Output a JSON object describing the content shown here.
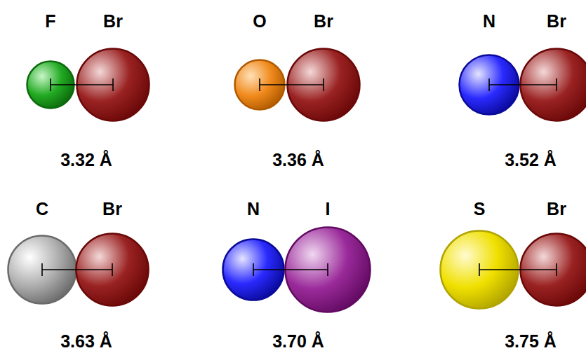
{
  "diagram": {
    "nodes": [
      {
        "text": [
          "F"
        ]
      },
      {
        "text": [
          "Br"
        ]
      },
      {
        "text": [
          "O"
        ]
      },
      {
        "text": [
          "Br"
        ]
      },
      {
        "text": [
          "N"
        ]
      },
      {
        "text": [
          "Br"
        ]
      },
      {
        "text": [
          "C"
        ]
      },
      {
        "text": [
          "Br"
        ]
      },
      {
        "text": [
          "N"
        ]
      },
      {
        "text": [
          "I"
        ]
      },
      {
        "text": [
          "S"
        ]
      },
      {
        "text": [
          "Br"
        ]
      }
    ],
    "edges": [
      {
        "from": 0,
        "to": 1,
        "arrow": "none"
      },
      {
        "from": 2,
        "to": 3,
        "arrow": "none"
      },
      {
        "from": 4,
        "to": 5,
        "arrow": "none"
      },
      {
        "from": 6,
        "to": 7,
        "arrow": "none"
      },
      {
        "from": 8,
        "to": 9,
        "arrow": "none"
      },
      {
        "from": 10,
        "to": 11,
        "arrow": "none"
      }
    ],
    "labels": [
      "3.32 Å",
      "3.36 Å",
      "3.52 Å",
      "3.63 Å",
      "3.70 Å",
      "3.75 Å"
    ]
  }
}
